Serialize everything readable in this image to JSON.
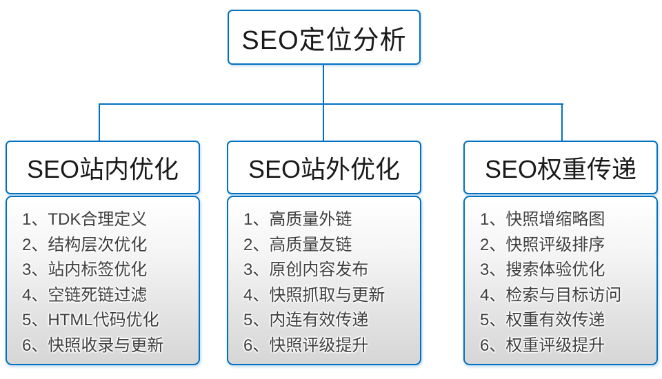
{
  "colors": {
    "accent": "#0070C0",
    "heading_text": "#1a1a1a",
    "list_text": "#3f3f3f",
    "body_gradient_top": "#ffffff",
    "body_gradient_bottom": "#d6d6d6"
  },
  "root": {
    "title": "SEO定位分析"
  },
  "branches": [
    {
      "title": "SEO站内优化",
      "items": [
        "1、TDK合理定义",
        "2、结构层次优化",
        "3、站内标签优化",
        "4、空链死链过滤",
        "5、HTML代码优化",
        "6、快照收录与更新"
      ]
    },
    {
      "title": "SEO站外优化",
      "items": [
        "1、高质量外链",
        "2、高质量友链",
        "3、原创内容发布",
        "4、快照抓取与更新",
        "5、内连有效传递",
        "6、快照评级提升"
      ]
    },
    {
      "title": "SEO权重传递",
      "items": [
        "1、快照增缩略图",
        "2、快照评级排序",
        "3、搜索体验优化",
        "4、检索与目标访问",
        "5、权重有效传递",
        "6、权重评级提升"
      ]
    }
  ]
}
